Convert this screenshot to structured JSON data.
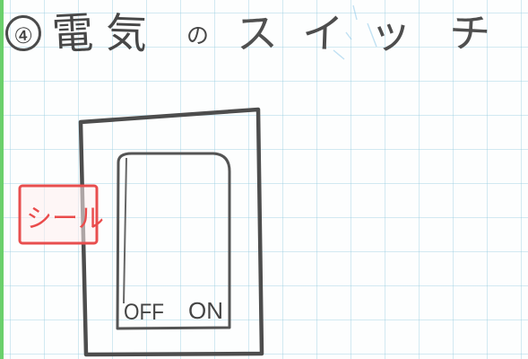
{
  "title": {
    "number": "④",
    "chars": [
      "電",
      "気",
      "の",
      "ス",
      "イ",
      "ッ",
      "チ"
    ]
  },
  "sticker_label": "シール",
  "switch_labels": {
    "off": "OFF",
    "on": "ON"
  },
  "colors": {
    "pencil": "#4d4d4d",
    "sticker": "#e84e4e",
    "grid": "#96cde1",
    "margin_line": "#6bd06b"
  }
}
